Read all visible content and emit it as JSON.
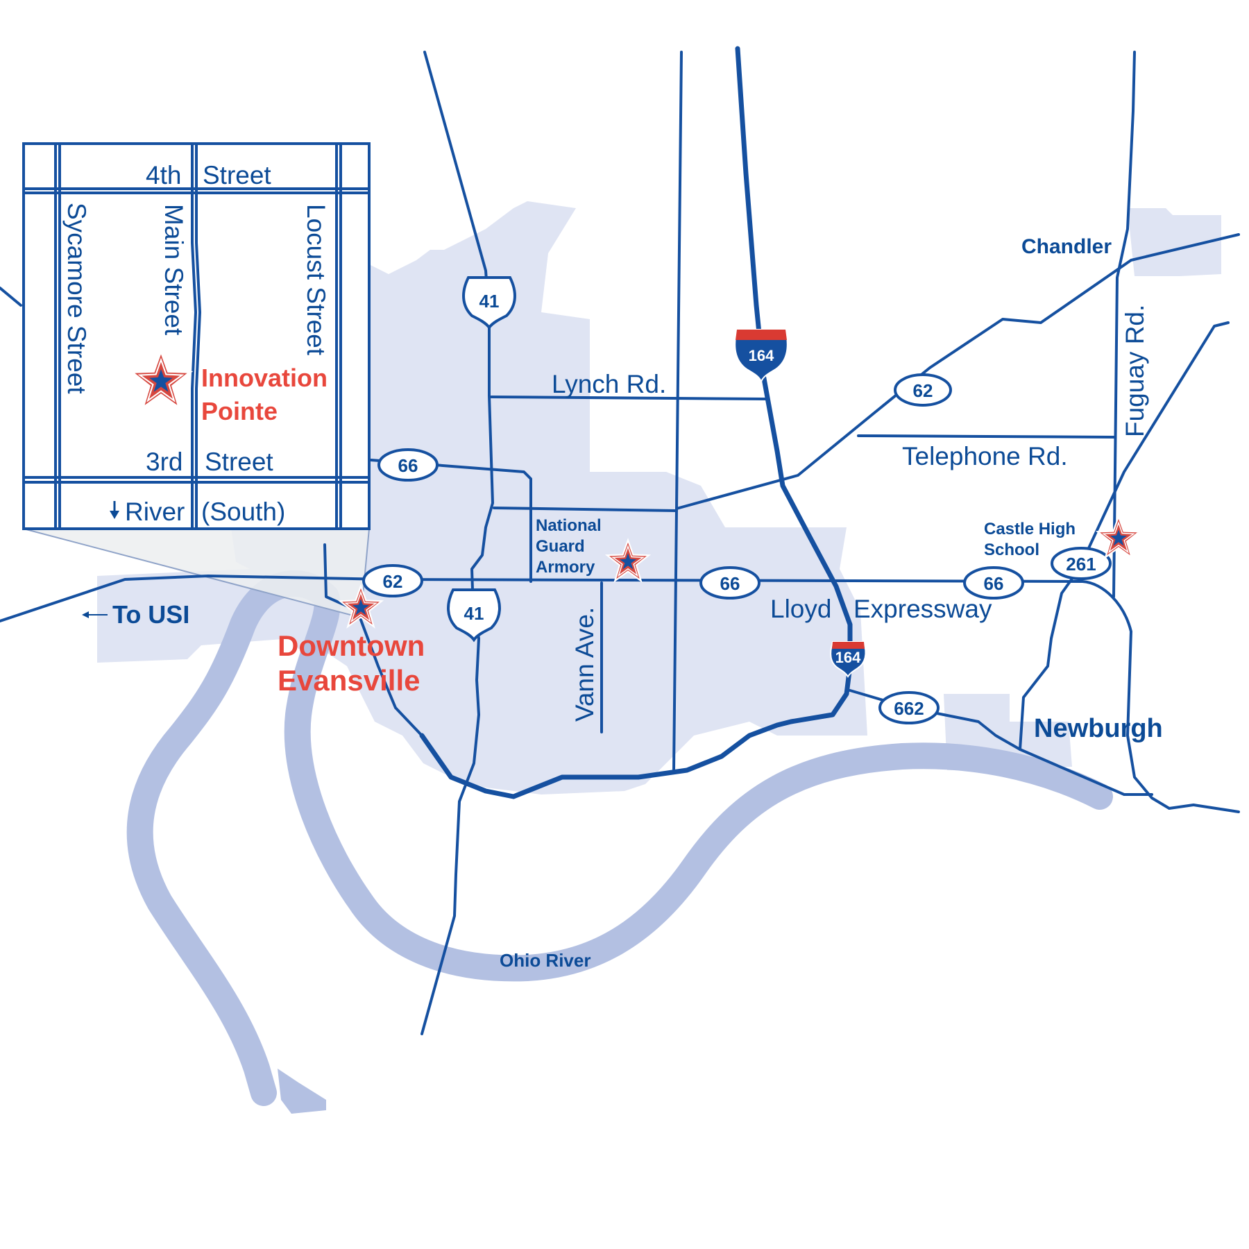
{
  "colors": {
    "road": "#1550a0",
    "urban": "#dfe4f3",
    "river": "#b3c0e2",
    "label_blue": "#0b4a96",
    "label_red": "#e8473c",
    "interstate_red": "#d93a32",
    "star_red": "#d6473f"
  },
  "inset": {
    "streets": {
      "fourth": "4th",
      "fourth_suffix": "Street",
      "third": "3rd",
      "third_suffix": "Street",
      "sycamore": "Sycamore Street",
      "main": "Main Street",
      "locust": "Locust Street",
      "river": "River",
      "south": "(South)"
    },
    "place_line1": "Innovation",
    "place_line2": "Pointe"
  },
  "places": {
    "chandler": "Chandler",
    "newburgh": "Newburgh",
    "to_usi": "To USI",
    "downtown_line1": "Downtown",
    "downtown_line2": "Evansville",
    "armory_line1": "National",
    "armory_line2": "Guard",
    "armory_line3": "Armory",
    "castle_line1": "Castle High",
    "castle_line2": "School",
    "ohio_river": "Ohio River"
  },
  "roads": {
    "lynch": "Lynch Rd.",
    "telephone": "Telephone Rd.",
    "fuguay": "Fuguay Rd.",
    "vann": "Vann Ave.",
    "lloyd_1": "Lloyd",
    "lloyd_2": "Expressway"
  },
  "shields": {
    "us41_top": "41",
    "us41_bottom": "41",
    "i164_top": "164",
    "i164_bottom": "164",
    "sr62_east": "62",
    "sr62_west": "62",
    "sr66_north": "66",
    "sr66_mid": "66",
    "sr66_east": "66",
    "sr261": "261",
    "sr662": "662"
  },
  "icons": {
    "star": "star-marker-icon",
    "arrow_left": "arrow-left-icon",
    "arrow_down": "arrow-down-icon"
  }
}
